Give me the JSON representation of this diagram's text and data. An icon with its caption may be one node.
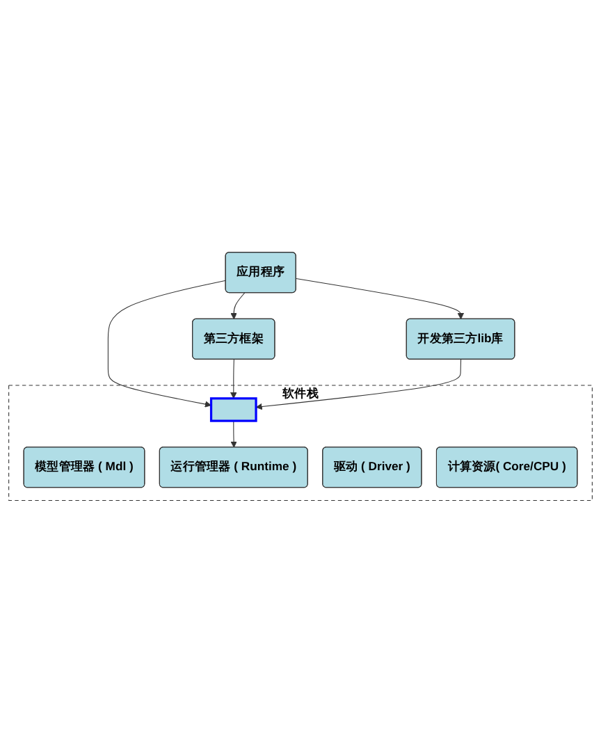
{
  "diagram": {
    "nodes": [
      {
        "text": [
          "应用程序"
        ]
      },
      {
        "text": [
          "第三方框架"
        ]
      },
      {
        "text": [
          "开发第三方lib库"
        ]
      },
      {
        "text": [
          "软件栈"
        ]
      },
      {
        "text": [],
        "shape": "box",
        "in": 3
      },
      {
        "text": [
          "模型管理器 ( Mdl )"
        ],
        "in": 3
      },
      {
        "text": [
          "运行管理器 ( Runtime )"
        ],
        "in": 3
      },
      {
        "text": [
          "驱动 ( Driver )"
        ],
        "in": 3
      },
      {
        "text": [
          "计算资源( Core/CPU )"
        ],
        "in": 3
      }
    ],
    "edges": [
      {
        "from": 0,
        "to": 1,
        "arrow": "to"
      },
      {
        "from": 0,
        "to": 4,
        "arrow": "to"
      },
      {
        "from": 0,
        "to": 2,
        "arrow": "to"
      },
      {
        "from": 1,
        "to": 4,
        "arrow": "to"
      },
      {
        "from": 2,
        "to": 4,
        "arrow": "to"
      },
      {
        "from": 4,
        "to": 6,
        "arrow": "to"
      }
    ]
  }
}
